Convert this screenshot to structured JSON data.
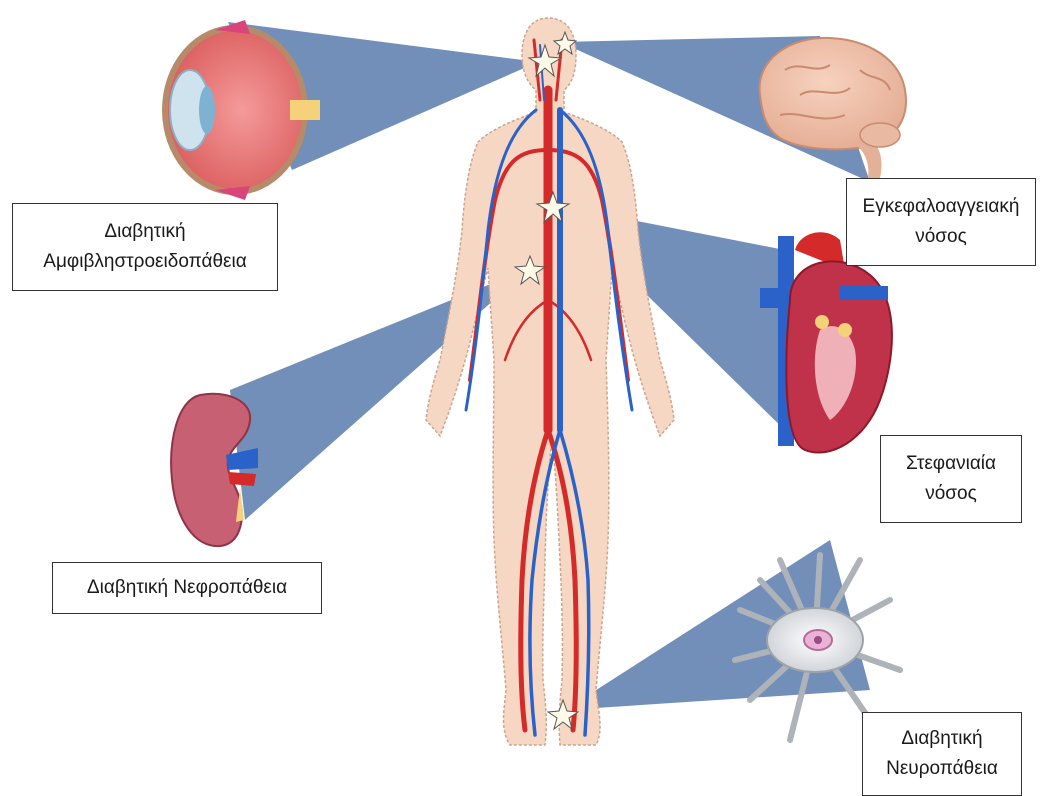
{
  "labels": {
    "retinopathy": {
      "line1": "Διαβητική",
      "line2": "Αμφιβληστροειδοπάθεια"
    },
    "cerebrovascular": {
      "line1": "Εγκεφαλοαγγειακή",
      "line2": "νόσος"
    },
    "coronary": {
      "line1": "Στεφανιαία",
      "line2": "νόσος"
    },
    "nephropathy": {
      "line1": "Διαβητική Νεφροπάθεια"
    },
    "neuropathy": {
      "line1": "Διαβητική",
      "line2": "Νευροπάθεια"
    }
  },
  "colors": {
    "beam": "#4a6fa5",
    "skin": "#f6d7c3",
    "artery": "#d42a2a",
    "vein": "#2a62c9",
    "box_border": "#333333"
  }
}
